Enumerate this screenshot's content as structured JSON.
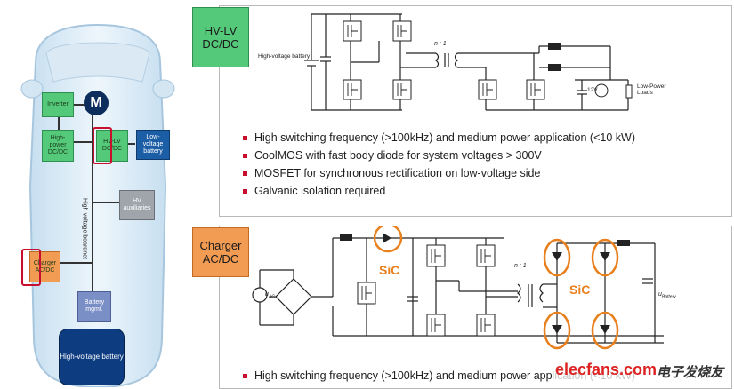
{
  "car": {
    "inverter": "Inverter",
    "motor": "M",
    "high_power_dcdc": "High-power DC/DC",
    "hv_lv": "HV-LV DC/DC",
    "low_voltage_battery": "Low-voltage battery",
    "boardnet": "High-voltage boardnet",
    "hv_auxiliaries": "HV auxiliaries",
    "charger": "Charger AC/DC",
    "battery_mgmt": "Battery mgmt.",
    "hv_battery": "High-voltage battery"
  },
  "hvlv": {
    "tag": "HV-LV DC/DC",
    "battery_label": "High-voltage battery",
    "ratio": "n : 1",
    "v12": "12V",
    "loads": "Low-Power Loads",
    "bullets": [
      "High switching frequency (>100kHz) and medium power application (<10 kW)",
      "CoolMOS with fast body diode for system voltages > 300V",
      "MOSFET for synchronous rectification on low-voltage side",
      "Galvanic isolation required"
    ]
  },
  "charger": {
    "tag": "Charger AC/DC",
    "sic_left": "SiC",
    "sic_right": "SiC",
    "ratio": "n : 1",
    "uac": "u",
    "uac_sub": "AC",
    "ubat": "u",
    "ubat_sub": "Battery",
    "bullets": [
      "High switching frequency (>100kHz) and medium power application (<10 kW)"
    ]
  },
  "watermark": {
    "brand": "elecfans.com",
    "cn": "电子发烧友"
  }
}
